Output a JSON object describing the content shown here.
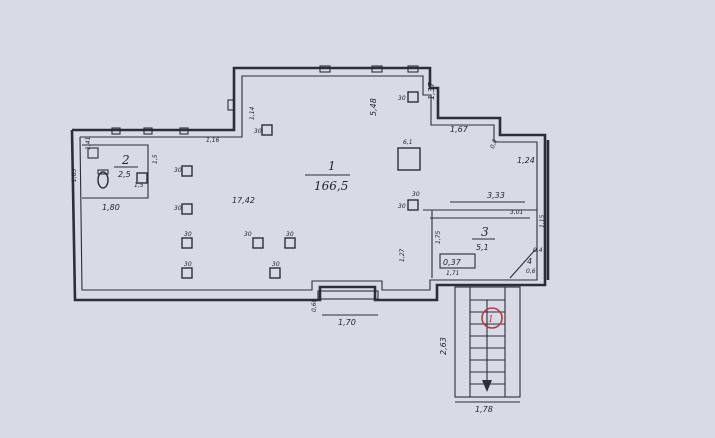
{
  "rooms": [
    {
      "number": "1",
      "area": "166,5"
    },
    {
      "number": "2",
      "area": "2,5"
    },
    {
      "number": "3",
      "area": "5,1"
    },
    {
      "number": "4",
      "area": "0,6"
    }
  ],
  "dimensions": {
    "top_right_height": "5,48",
    "right_notch": "1,37",
    "right_step": "1,67",
    "right_side": "0,3",
    "right_lower": "1,24",
    "left_top": "1,41",
    "left_height": "1,63",
    "left_bottom": "1,80",
    "main_width": "17,42",
    "small_a": "1,5",
    "small_b": "1,5",
    "inner_a": "1,14",
    "inner_b": "1,16",
    "room3_width": "3,33",
    "room3_inner": "3,01",
    "room3_right": "1,15",
    "room3_left": "1,75",
    "room3_side": "1,27",
    "room3_bottom": "1,71",
    "room3_label": "0,37",
    "corner_box": "0,4",
    "bottom_span": "1,70",
    "bottom_side": "0,60",
    "stair_length": "2,63",
    "stair_width": "1,78",
    "column_large": "6,1"
  },
  "columns": [
    {
      "label": "30"
    },
    {
      "label": "30"
    },
    {
      "label": "30"
    },
    {
      "label": "30"
    },
    {
      "label": "30"
    },
    {
      "label": "30"
    },
    {
      "label": "30"
    },
    {
      "label": "30"
    },
    {
      "label": "30"
    },
    {
      "label": "30"
    },
    {
      "label": "30"
    }
  ],
  "stamp": {
    "text": "1"
  }
}
